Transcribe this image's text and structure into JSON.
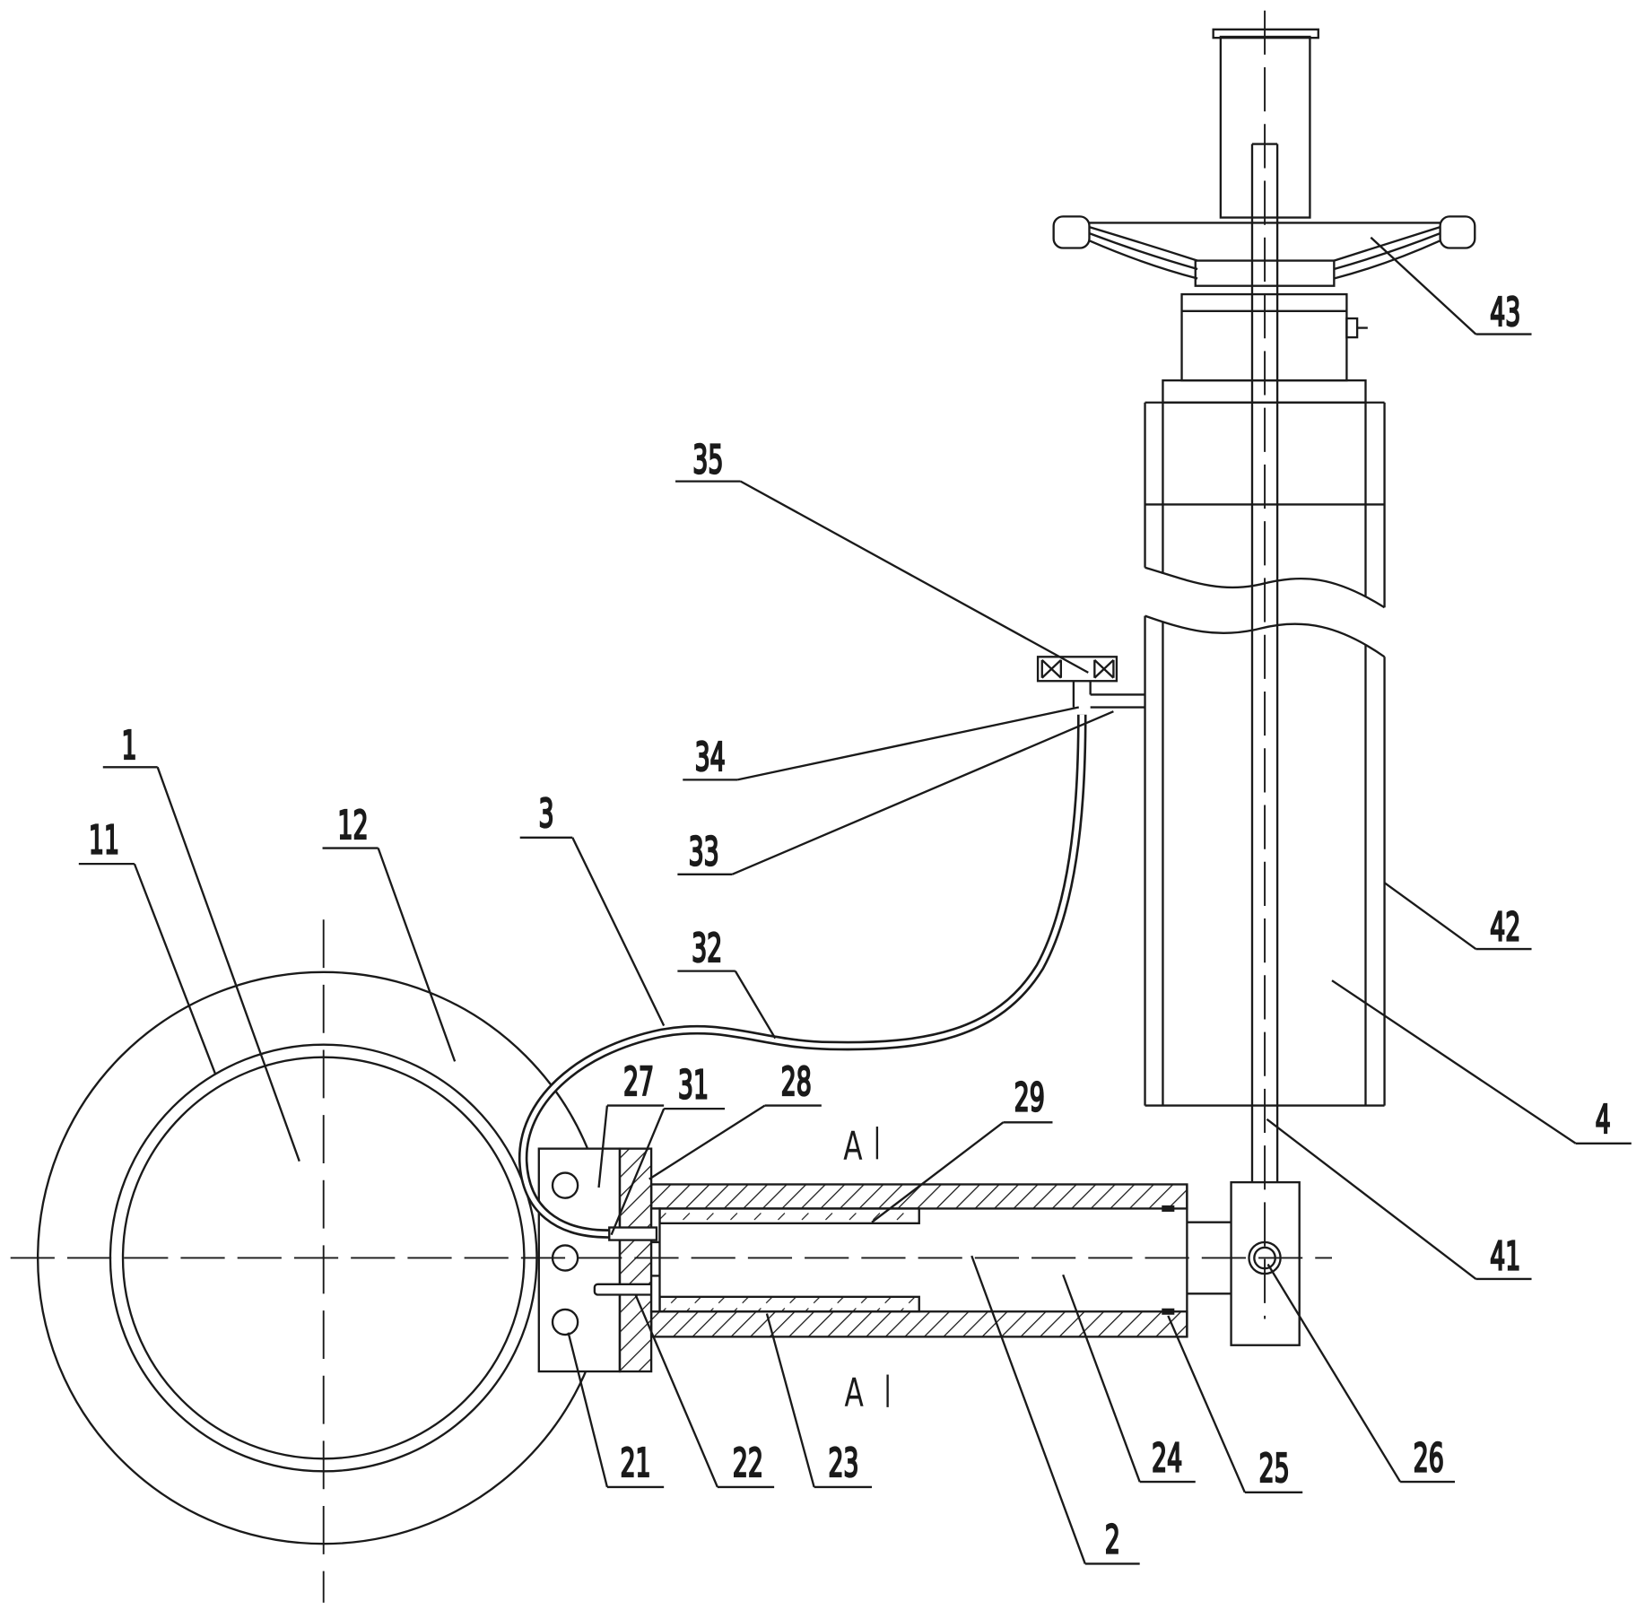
{
  "labels": {
    "p1": "1",
    "p11": "11",
    "p12": "12",
    "p2": "2",
    "p21": "21",
    "p22": "22",
    "p23": "23",
    "p24": "24",
    "p25": "25",
    "p26": "26",
    "p27": "27",
    "p28": "28",
    "p29": "29",
    "p3": "3",
    "p31": "31",
    "p32": "32",
    "p33": "33",
    "p34": "34",
    "p35": "35",
    "p4": "4",
    "p41": "41",
    "p42": "42",
    "p43": "43"
  },
  "section_marks": {
    "top": "A",
    "bottom": "A"
  },
  "colors": {
    "line": "#1a1a1a",
    "background": "#ffffff"
  }
}
